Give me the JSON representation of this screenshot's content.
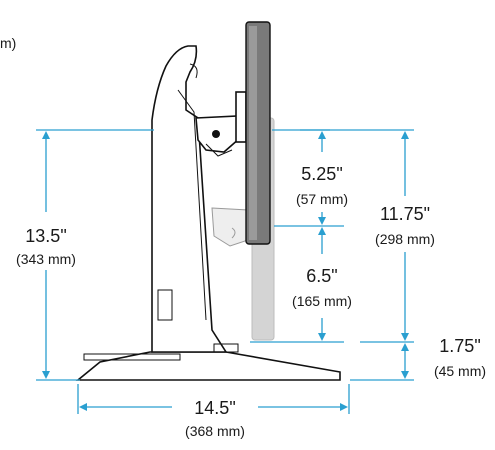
{
  "partial_label": "m)",
  "dimensions": {
    "total_height": {
      "inches": "13.5\"",
      "mm": "(343 mm)"
    },
    "upper_travel": {
      "inches": "5.25\"",
      "mm": "(57 mm)"
    },
    "lower_travel": {
      "inches": "6.5\"",
      "mm": "(165 mm)"
    },
    "full_travel": {
      "inches": "11.75\"",
      "mm": "(298 mm)"
    },
    "min_height": {
      "inches": "1.75\"",
      "mm": "(45 mm)"
    },
    "base_depth": {
      "inches": "14.5\"",
      "mm": "(368 mm)"
    }
  },
  "colors": {
    "dimension_lines": "#2a9fd0",
    "outline": "#111111",
    "ghost_display": "#d4d4d4",
    "display_panel": "#7a7a7a"
  }
}
